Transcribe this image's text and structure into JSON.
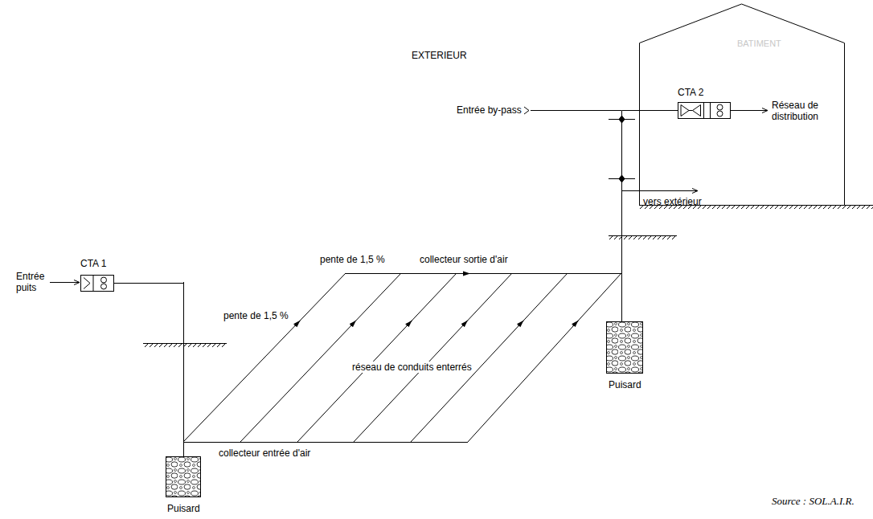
{
  "diagram": {
    "nodes": [
      {
        "text": [
          "BATIMENT"
        ]
      },
      {
        "text": [
          "CTA 2"
        ],
        "in": 0
      },
      {
        "text": [
          "CTA 1"
        ]
      },
      {
        "text": [
          "Puisard"
        ]
      },
      {
        "text": [
          "Puisard"
        ]
      }
    ],
    "edges": [
      {
        "from": 2,
        "to": 3,
        "arrow": "none"
      },
      {
        "from": 4,
        "to": 1,
        "arrow": "none"
      }
    ],
    "labels": [
      "EXTERIEUR",
      "Entrée puits",
      "Entrée by-pass",
      "Réseau de distribution",
      "vers extérieur",
      "pente de 1,5 %",
      "pente de 1,5 %",
      "collecteur sortie d'air",
      "réseau de conduits enterrés",
      "collecteur entrée d'air",
      "Source : SOL.A.I.R."
    ]
  }
}
